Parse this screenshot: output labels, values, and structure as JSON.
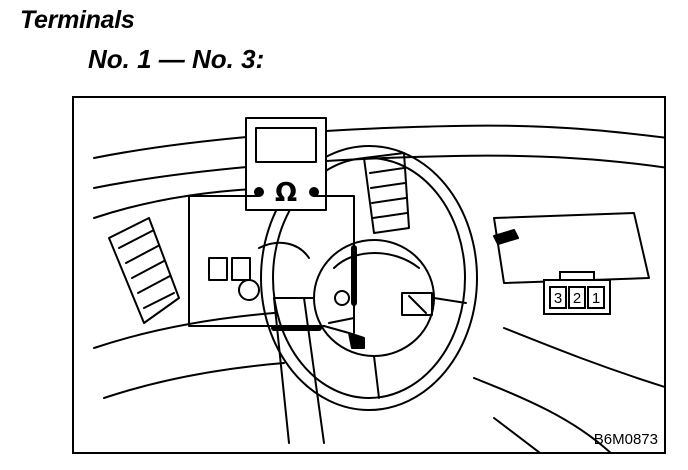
{
  "heading": {
    "title": "Terminals",
    "subtitle": "No. 1 — No. 3:"
  },
  "figure": {
    "meter_symbol": "Ω",
    "connector_pins": [
      "3",
      "2",
      "1"
    ],
    "code": "B6M0873"
  }
}
